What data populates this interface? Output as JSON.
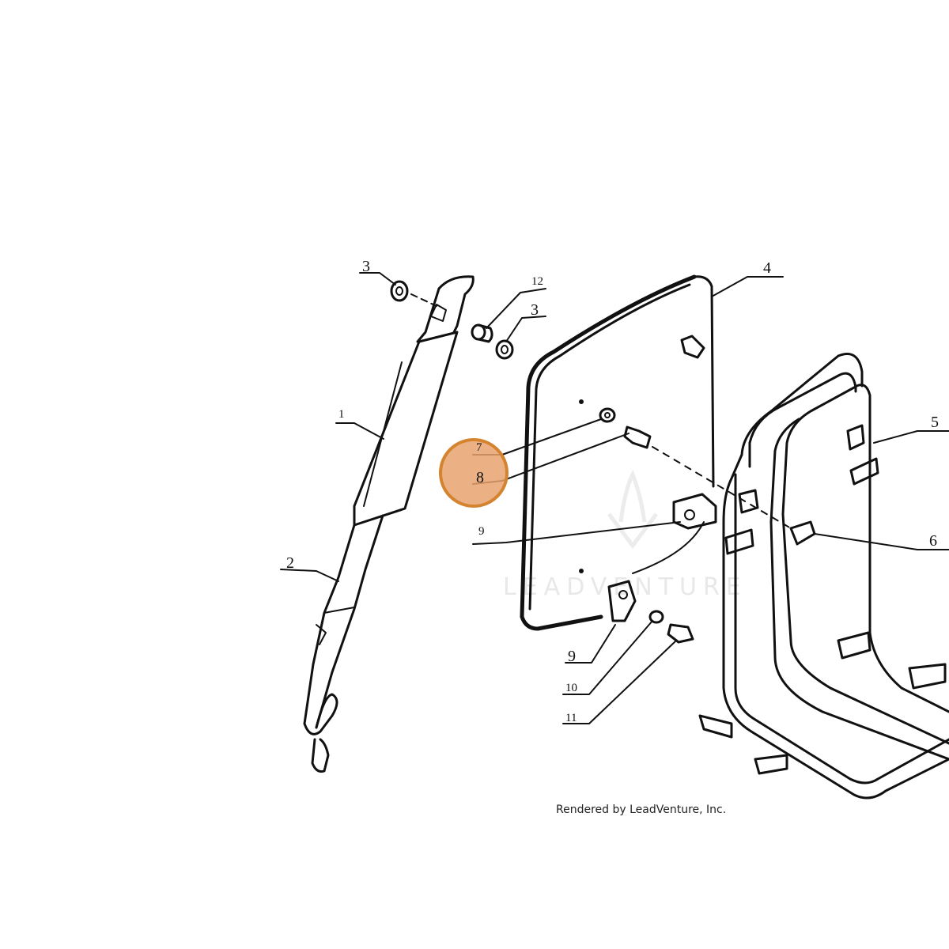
{
  "callouts": {
    "c1": "1",
    "c2": "2",
    "c3a": "3",
    "c3b": "3",
    "c4": "4",
    "c5": "5",
    "c6": "6",
    "c7": "7",
    "c8": "8",
    "c9a": "9",
    "c9b": "9",
    "c10": "10",
    "c11": "11",
    "c12": "12"
  },
  "highlight": {
    "label": "8",
    "color": "#e8a36e",
    "border": "#d4832f"
  },
  "watermark": {
    "text": "LEADVENTURE"
  },
  "credit": "Rendered by LeadVenture, Inc."
}
